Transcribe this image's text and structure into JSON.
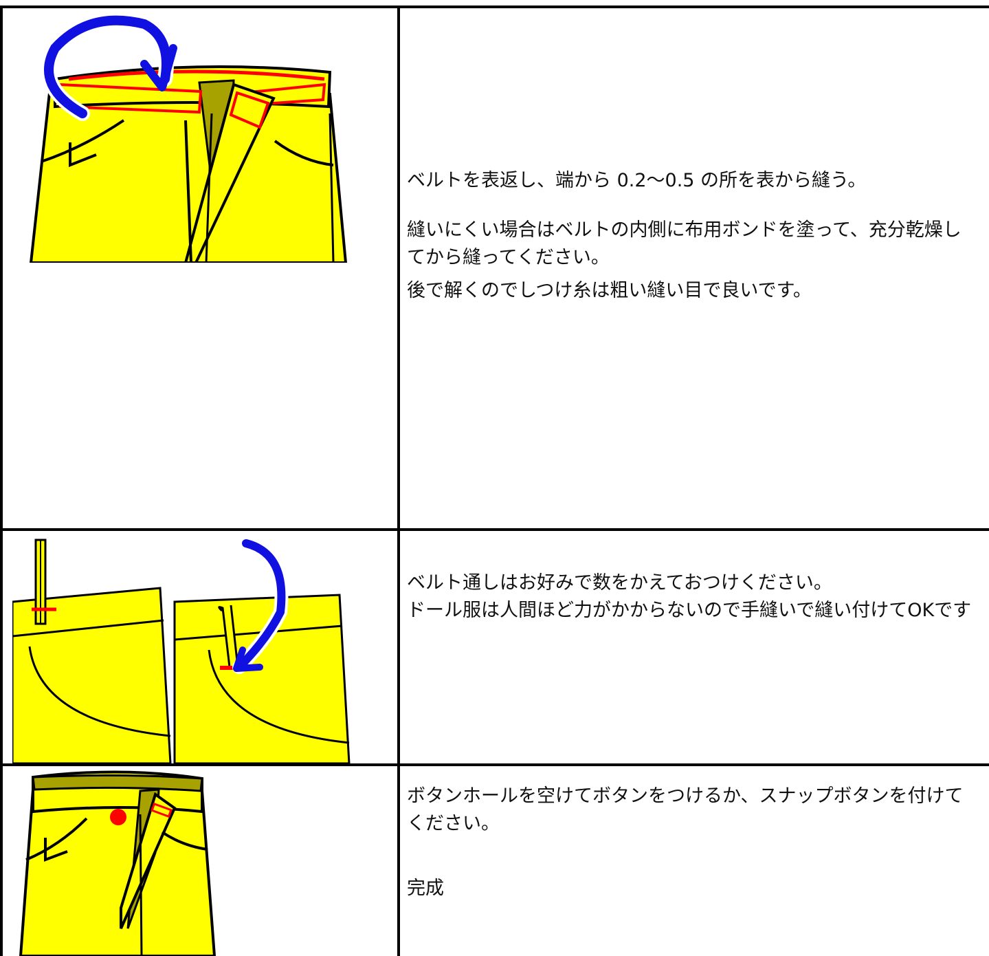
{
  "rows": [
    {
      "paragraphs": [
        "ベルトを表返し、端から 0.2〜0.5 の所を表から縫う。",
        "縫いにくい場合はベルトの内側に布用ボンドを塗って、充分乾燥してから縫ってください。",
        "後で解くのでしつけ糸は粗い縫い目で良いです。"
      ],
      "illustration": "waistband-topstitch-illustration"
    },
    {
      "paragraphs": [
        "ベルト通しはお好みで数をかえておつけください。",
        "ドール服は人間ほど力がかからないので手縫いで縫い付けてOKです"
      ],
      "illustration": "belt-loop-illustration"
    },
    {
      "paragraphs": [
        "ボタンホールを空けてボタンをつけるか、スナップボタンを付けてください。",
        "完成"
      ],
      "illustration": "button-illustration"
    }
  ],
  "colors": {
    "fabric": "#ffff00",
    "fabric_dark": "#a8a200",
    "stitch": "#ff0000",
    "arrow": "#1010e0",
    "outline": "#000000"
  }
}
